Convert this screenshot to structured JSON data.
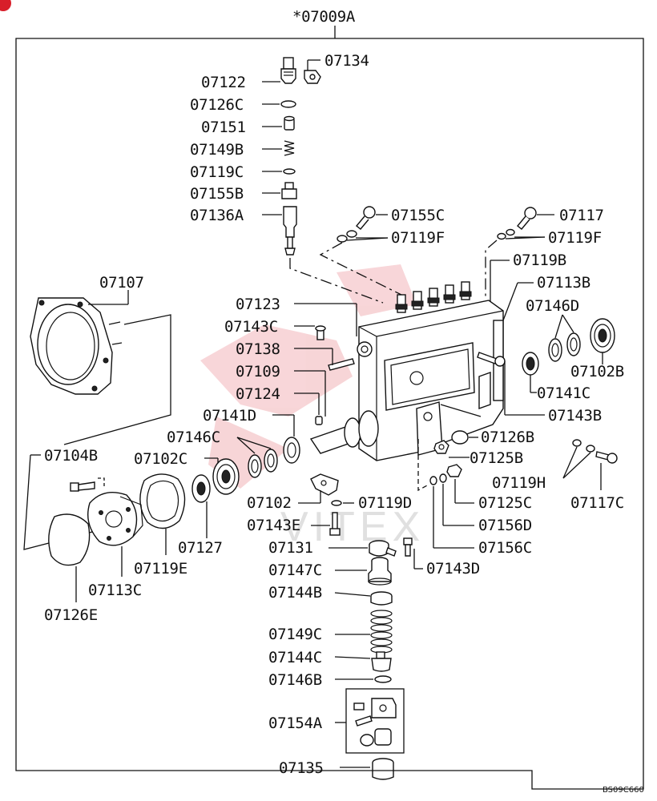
{
  "assembly_label": "*07009A",
  "drawing_code": "BS09C660",
  "watermark": "VITEX",
  "labels": {
    "p07134": "07134",
    "p07122": "07122",
    "p07126C": "07126C",
    "p07151": "07151",
    "p07149B": "07149B",
    "p07119C": "07119C",
    "p07155B": "07155B",
    "p07136A": "07136A",
    "p07155C": "07155C",
    "p07119F_a": "07119F",
    "p07117": "07117",
    "p07119F_b": "07119F",
    "p07119B": "07119B",
    "p07113B": "07113B",
    "p07107": "07107",
    "p07123": "07123",
    "p07143C": "07143C",
    "p07138": "07138",
    "p07109": "07109",
    "p07124": "07124",
    "p07141D": "07141D",
    "p07146C": "07146C",
    "p07146D": "07146D",
    "p07102B": "07102B",
    "p07141C": "07141C",
    "p07143B": "07143B",
    "p07126B": "07126B",
    "p07125B": "07125B",
    "p07104B": "07104B",
    "p07102C": "07102C",
    "p07119H": "07119H",
    "p07117C": "07117C",
    "p07102": "07102",
    "p07119D": "07119D",
    "p07125C": "07125C",
    "p07143E": "07143E",
    "p07156D": "07156D",
    "p07127": "07127",
    "p07131": "07131",
    "p07156C": "07156C",
    "p07119E": "07119E",
    "p07147C": "07147C",
    "p07143D": "07143D",
    "p07113C": "07113C",
    "p07144B": "07144B",
    "p07126E": "07126E",
    "p07149C": "07149C",
    "p07144C": "07144C",
    "p07146B": "07146B",
    "p07154A": "07154A",
    "p07135": "07135"
  }
}
